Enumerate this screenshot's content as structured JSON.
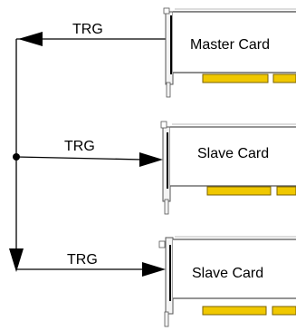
{
  "diagram": {
    "trigger_label": "TRG",
    "cards": [
      {
        "label": "Master Card",
        "role": "master",
        "signal_direction": "from card to trigger bus"
      },
      {
        "label": "Slave Card",
        "role": "slave",
        "signal_direction": "from trigger bus to card"
      },
      {
        "label": "Slave Card",
        "role": "slave",
        "signal_direction": "from trigger bus to card"
      }
    ],
    "colors": {
      "line": "#000000",
      "card_outline": "#555555",
      "connector_fill": "#f0c800",
      "connector_outline": "#7a6200",
      "bracket_fill": "#f4f4f4"
    }
  }
}
